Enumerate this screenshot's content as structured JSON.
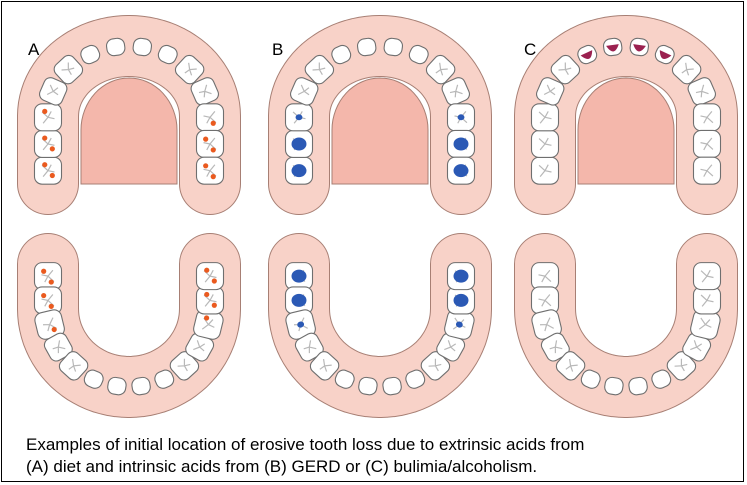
{
  "panels": [
    {
      "label": "A",
      "condition": "diet",
      "lesion_color": "#ea5a1f"
    },
    {
      "label": "B",
      "condition": "GERD",
      "lesion_color": "#2b59b5"
    },
    {
      "label": "C",
      "condition": "bulimia/alcoholism",
      "lesion_color": "#9b2150"
    }
  ],
  "colors": {
    "gum": "#f8d2c8",
    "gum_outline": "#a77f74",
    "palate": "#f4b7ab",
    "tooth_fill": "#ffffff",
    "tooth_outline": "#6f6f6f",
    "fissure": "#b8b8b8"
  },
  "caption": {
    "line1": "Examples of initial location of erosive tooth loss due to extrinsic acids from",
    "line2": "(A) diet and intrinsic acids from (B) GERD or (C) bulimia/alcoholism."
  }
}
